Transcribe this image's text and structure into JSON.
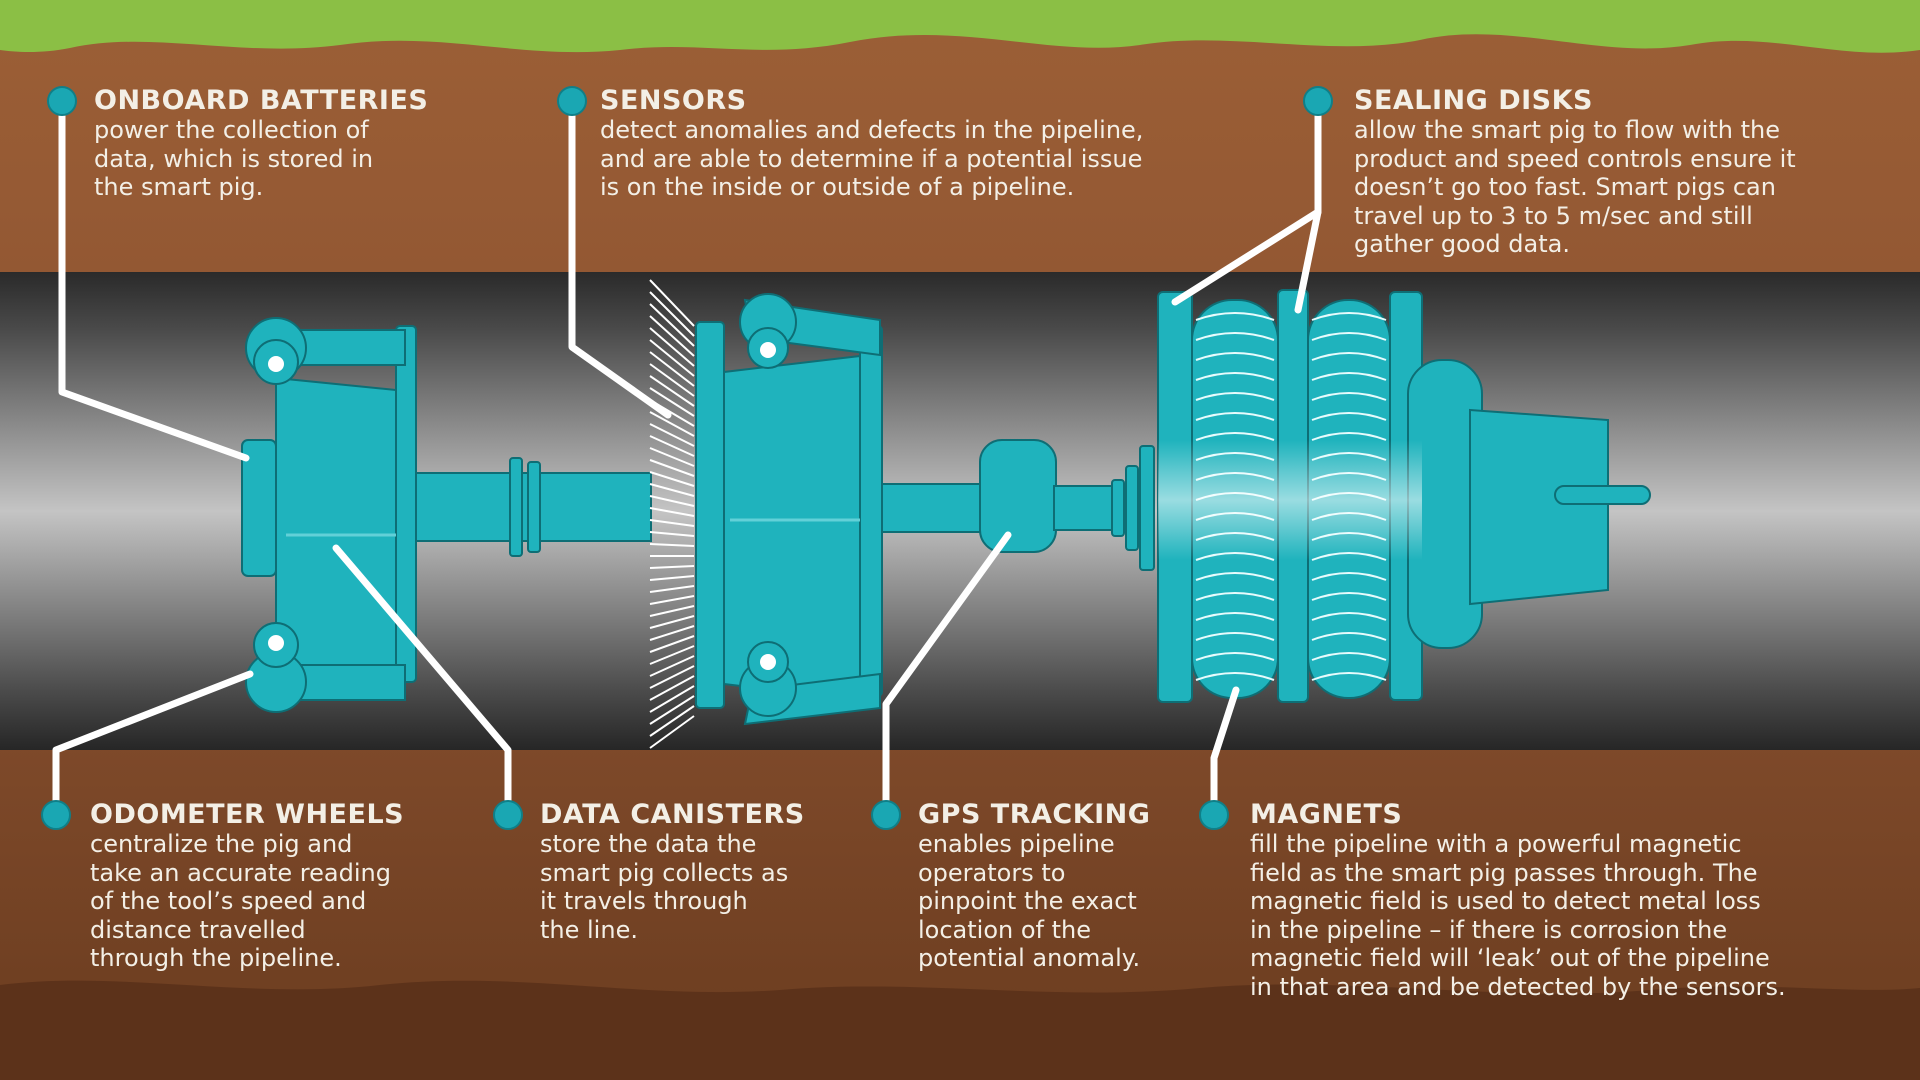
{
  "colors": {
    "grass": "#8bbf45",
    "soil_top": "#9a5d35",
    "soil_bottom": "#6b3e20",
    "pipe_dark": "#303030",
    "pipe_light": "#bdbdbd",
    "device": "#1fb3bd",
    "device_light": "#62d0d8",
    "callout_line": "#ffffff",
    "callout_dot": "#1aa7b3",
    "text": "#f3efe6"
  },
  "components": [
    {
      "id": "onboard-batteries",
      "title": "ONBOARD BATTERIES",
      "lines": [
        "power the collection of",
        "data, which is stored in",
        "the smart pig."
      ]
    },
    {
      "id": "sensors",
      "title": "SENSORS",
      "lines": [
        "detect anomalies and defects in the pipeline,",
        "and are able to determine if a potential issue",
        "is on the inside or outside of a pipeline."
      ]
    },
    {
      "id": "sealing-disks",
      "title": "SEALING DISKS",
      "lines": [
        "allow the smart pig to flow with the",
        "product and speed controls ensure it",
        "doesn’t go too fast. Smart pigs can",
        "travel up to 3 to 5 m/sec and still",
        "gather good data."
      ]
    },
    {
      "id": "odometer-wheels",
      "title": "ODOMETER WHEELS",
      "lines": [
        "centralize the pig and",
        "take an accurate reading",
        "of the tool’s speed and",
        "distance travelled",
        "through the pipeline."
      ]
    },
    {
      "id": "data-canisters",
      "title": "DATA CANISTERS",
      "lines": [
        "store the data the",
        "smart pig collects as",
        "it travels through",
        "the line."
      ]
    },
    {
      "id": "gps-tracking",
      "title": "GPS TRACKING",
      "lines": [
        "enables pipeline",
        "operators to",
        "pinpoint the exact",
        "location of the",
        "potential anomaly."
      ]
    },
    {
      "id": "magnets",
      "title": "MAGNETS",
      "lines": [
        "fill the pipeline with a powerful magnetic",
        "field as the smart pig passes through. The",
        "magnetic field is used to detect metal loss",
        "in the pipeline – if there is corrosion the",
        "magnetic field will ‘leak’ out of the pipeline",
        "in that area and be detected by the sensors."
      ]
    }
  ]
}
